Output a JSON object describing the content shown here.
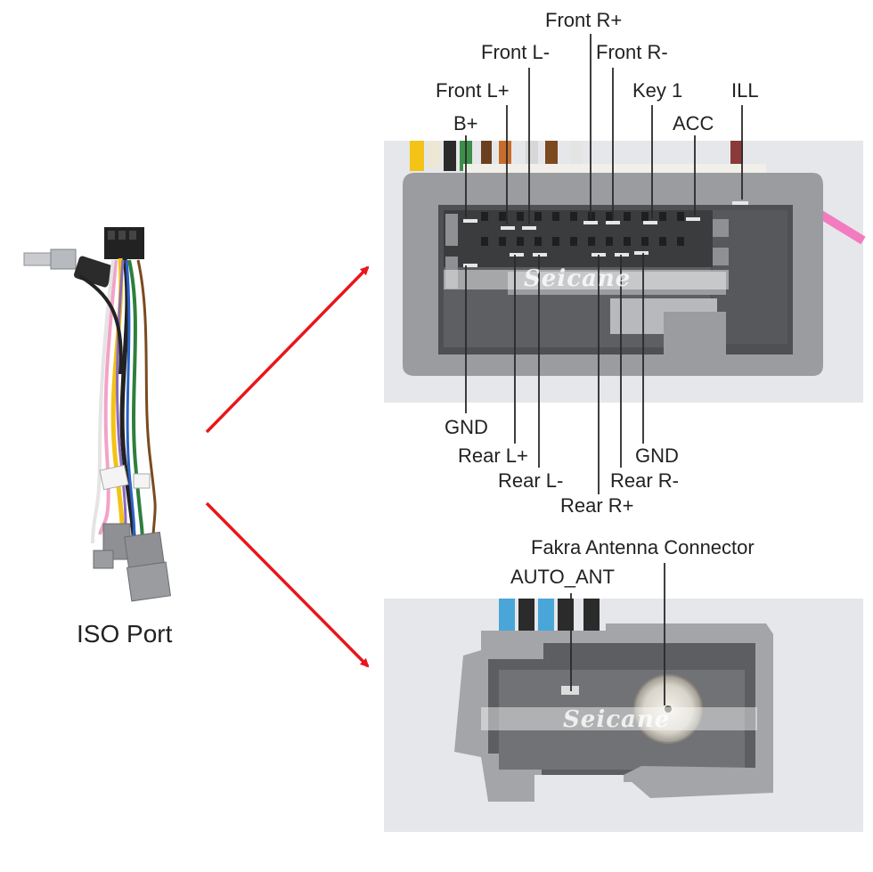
{
  "left_panel": {
    "caption": "ISO Port"
  },
  "top_connector": {
    "pin_labels": {
      "front_r_plus": "Front R+",
      "front_l_minus": "Front L-",
      "front_r_minus": "Front R-",
      "front_l_plus": "Front L+",
      "key_1": "Key 1",
      "ill": "ILL",
      "b_plus": "B+",
      "acc": "ACC",
      "gnd_left": "GND",
      "rear_l_plus": "Rear L+",
      "rear_l_minus": "Rear L-",
      "rear_r_plus": "Rear R+",
      "gnd_right": "GND",
      "rear_r_minus": "Rear R-"
    },
    "watermark": "Seicane"
  },
  "bottom_connector": {
    "pin_labels": {
      "fakra": "Fakra Antenna Connector",
      "auto_ant": "AUTO_ANT"
    },
    "watermark": "Seicane"
  },
  "colors": {
    "arrow": "#e8161b",
    "housing": "#9a9c9f",
    "photo_bg": "#e6e7ea",
    "leader": "#2a2a2a"
  }
}
